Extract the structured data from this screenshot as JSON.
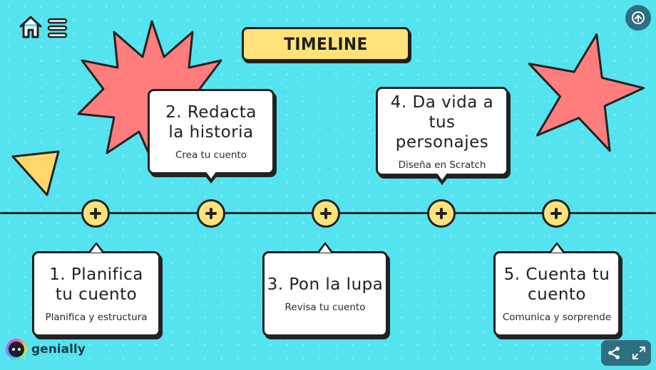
{
  "title": "TIMELINE",
  "colors": {
    "background": "#55e3ef",
    "accent_yellow": "#ffe37a",
    "shape_pink": "#ff7d7d",
    "outline": "#222222",
    "control_bg": "#2e6f80"
  },
  "nav": {
    "home_icon": "home-icon",
    "menu_icon": "menu-icon"
  },
  "timeline": {
    "nodes": [
      {
        "icon": "plus-icon"
      },
      {
        "icon": "plus-icon"
      },
      {
        "icon": "plus-icon"
      },
      {
        "icon": "plus-icon"
      },
      {
        "icon": "plus-icon"
      }
    ],
    "cards": [
      {
        "title_line1": "1. Planifica",
        "title_line2": "tu cuento",
        "subtitle": "Planifica y estructura"
      },
      {
        "title_line1": "2. Redacta",
        "title_line2": "la historia",
        "subtitle": "Crea tu cuento"
      },
      {
        "title_line1": "3. Pon la lupa",
        "title_line2": "",
        "subtitle": "Revisa tu cuento"
      },
      {
        "title_line1": "4. Da vida a tus",
        "title_line2": "personajes",
        "subtitle": "Diseña en Scratch"
      },
      {
        "title_line1": "5. Cuenta tu",
        "title_line2": "cuento",
        "subtitle": "Comunica y sorprende"
      }
    ]
  },
  "branding": {
    "logo_text": "genially"
  },
  "controls": {
    "share_icon": "share-icon",
    "fullscreen_icon": "fullscreen-icon",
    "accessibility_icon": "accessibility-icon"
  }
}
